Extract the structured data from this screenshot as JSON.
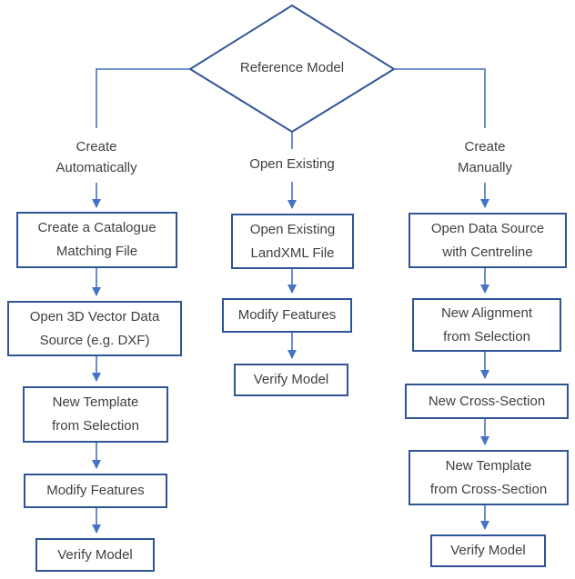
{
  "diagram": {
    "colors": {
      "box_border": "#2F5597",
      "connector": "#4472C4",
      "text": "#404040"
    },
    "root": {
      "label": "Reference Model"
    },
    "branches": [
      {
        "label_lines": [
          "Create",
          "Automatically"
        ],
        "boxes": [
          {
            "lines": [
              "Create a Catalogue",
              "Matching File"
            ]
          },
          {
            "lines": [
              "Open 3D Vector Data",
              "Source (e.g. DXF)"
            ]
          },
          {
            "lines": [
              "New Template",
              "from Selection"
            ]
          },
          {
            "lines": [
              "Modify Features"
            ]
          },
          {
            "lines": [
              "Verify Model"
            ]
          }
        ]
      },
      {
        "label_lines": [
          "Open Existing"
        ],
        "boxes": [
          {
            "lines": [
              "Open Existing",
              "LandXML File"
            ]
          },
          {
            "lines": [
              "Modify Features"
            ]
          },
          {
            "lines": [
              "Verify Model"
            ]
          }
        ]
      },
      {
        "label_lines": [
          "Create",
          "Manually"
        ],
        "boxes": [
          {
            "lines": [
              "Open Data Source",
              "with Centreline"
            ]
          },
          {
            "lines": [
              "New Alignment",
              "from Selection"
            ]
          },
          {
            "lines": [
              "New Cross-Section"
            ]
          },
          {
            "lines": [
              "New Template",
              "from Cross-Section"
            ]
          },
          {
            "lines": [
              "Verify Model"
            ]
          }
        ]
      }
    ]
  }
}
